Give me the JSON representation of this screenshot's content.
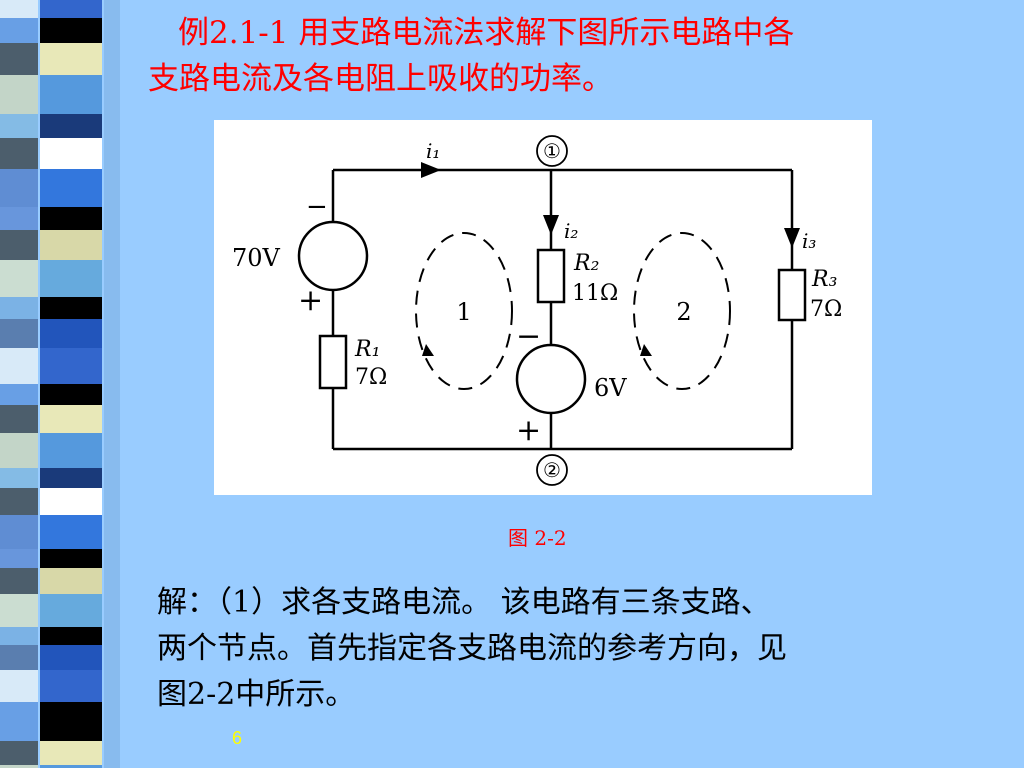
{
  "slide": {
    "background": "#99ccff",
    "title_line1": "例2.1-1  用支路电流法求解下图所示电路中各",
    "title_line2": "支路电流及各电阻上吸收的功率。",
    "title_color": "#ff0000",
    "caption": "图  2-2",
    "body_line1": "解：（1）求各支路电流。   该电路有三条支路、",
    "body_line2": "两个节点。首先指定各支路电流的参考方向，见",
    "body_line3": "图2-2中所示。",
    "page_number": "6",
    "page_number_color": "#ffff00"
  },
  "circuit": {
    "node_top": "①",
    "node_bottom": "②",
    "current_i1": "i₁",
    "current_i2": "i₂",
    "current_i3": "i₃",
    "source1_value": "70V",
    "source1_minus": "−",
    "source1_plus": "+",
    "r1_name": "R₁",
    "r1_value": "7Ω",
    "r2_name": "R₂",
    "r2_value": "11Ω",
    "source2_minus": "−",
    "source2_value": "6V",
    "source2_plus": "+",
    "r3_name": "R₃",
    "r3_value": "7Ω",
    "loop1_label": "1",
    "loop2_label": "2"
  }
}
